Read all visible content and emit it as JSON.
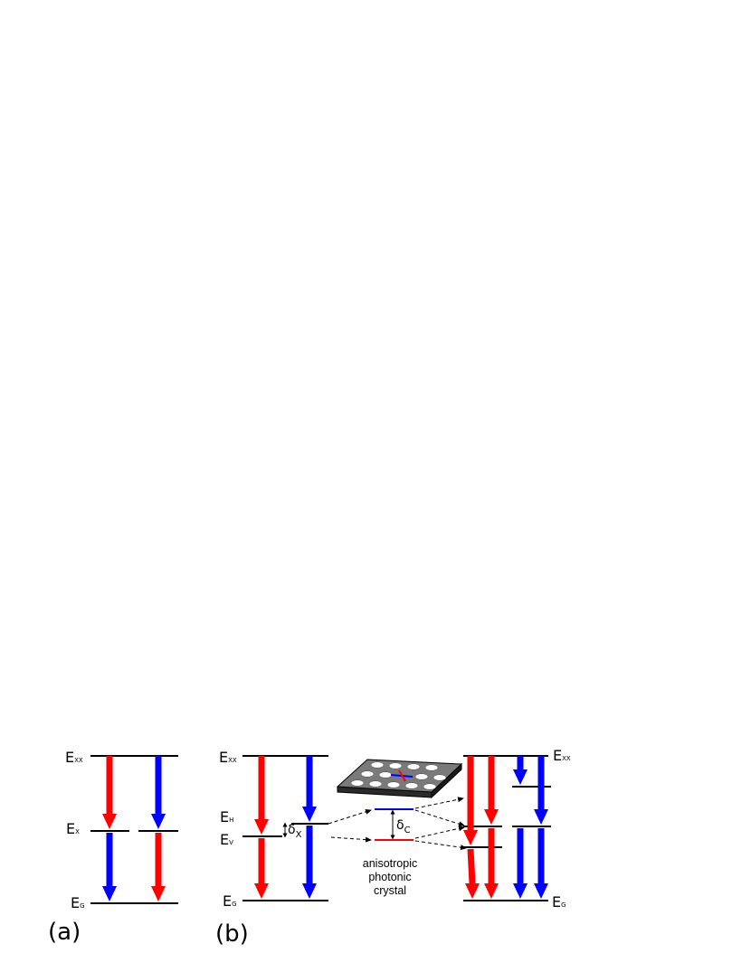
{
  "panels": {
    "a": "(a)",
    "b": "(b)"
  },
  "levels": {
    "exx": {
      "main": "E",
      "sub": "XX"
    },
    "ex": {
      "main": "E",
      "sub": "X"
    },
    "eg": {
      "main": "E",
      "sub": "G"
    },
    "eh": {
      "main": "E",
      "sub": "H"
    },
    "ev": {
      "main": "E",
      "sub": "V"
    }
  },
  "splittings": {
    "exciton": {
      "symbol": "δ",
      "sub": "X"
    },
    "cavity": {
      "symbol": "δ",
      "sub": "C"
    }
  },
  "crystal_label": [
    "anisotropic",
    "photonic",
    "crystal"
  ],
  "colors": {
    "red": "#ff0000",
    "blue": "#0000ff",
    "line": "#000000",
    "slab_top": "#7a7a7a",
    "slab_side": "#2a2a2a"
  }
}
